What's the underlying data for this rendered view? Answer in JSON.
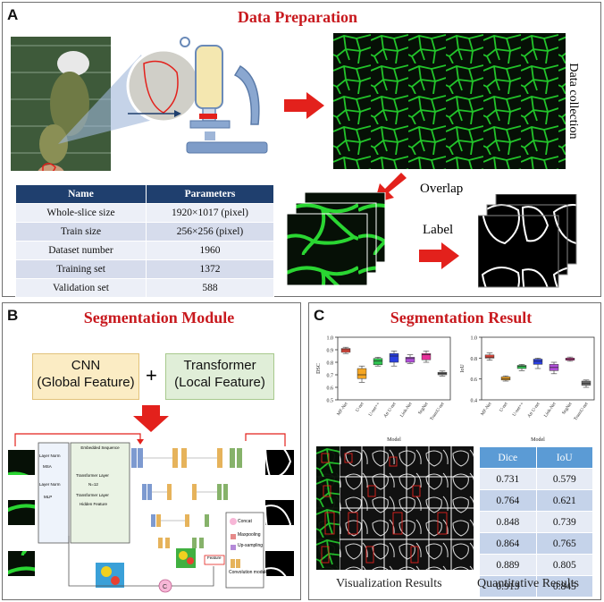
{
  "panel_a": {
    "letter": "A",
    "title": "Data Preparation",
    "labels": {
      "data_collection": "Data collection",
      "overlap": "Overlap",
      "label": "Label"
    },
    "table": {
      "headers": [
        "Name",
        "Parameters"
      ],
      "rows": [
        [
          "Whole-slice size",
          "1920×1017 (pixel)"
        ],
        [
          "Train size",
          "256×256 (pixel)"
        ],
        [
          "Dataset number",
          "1960"
        ],
        [
          "Training set",
          "1372"
        ],
        [
          "Validation set",
          "588"
        ]
      ]
    }
  },
  "panel_b": {
    "letter": "B",
    "title": "Segmentation Module",
    "cnn_box": "CNN\n(Global Feature)",
    "plus": "+",
    "transformer_box": "Transformer\n(Local Feature)",
    "encoder": {
      "header": "Embedded Sequence",
      "layers": [
        "Layer Norm",
        "MSA",
        "Layer Norm",
        "MLP"
      ],
      "transformer_layer_top": "Transformer Layer",
      "n_label": "N=12",
      "transformer_layer_bottom": "Transformer Layer",
      "hidden": "Hidden Feature"
    },
    "legend": [
      "Concat",
      "Maxpooling",
      "Up-sampling",
      "Convolution module"
    ],
    "feature_label": "Feature"
  },
  "panel_c": {
    "letter": "C",
    "title": "Segmentation Result",
    "charts": [
      {
        "ylabel": "DSC",
        "xlabel": "Model",
        "ylim": [
          0.5,
          1.0
        ],
        "ticks": [
          "0.5",
          "0.6",
          "0.7",
          "0.8",
          "0.9",
          "1.0"
        ]
      },
      {
        "ylabel": "IoU",
        "xlabel": "Model",
        "ylim": [
          0.4,
          1.0
        ],
        "ticks": [
          "0.4",
          "0.6",
          "0.8",
          "1.0"
        ]
      }
    ],
    "models": [
      "MF-Net",
      "U-net",
      "U-net++",
      "Att U-net",
      "Link-Net",
      "SegNet",
      "TransU-net"
    ],
    "model_colors": [
      "#e8473b",
      "#f5a623",
      "#2ec24f",
      "#2a3fe0",
      "#b04ed8",
      "#e8309a",
      "#707070"
    ],
    "chart_data": [
      {
        "type": "box",
        "ylabel": "DSC",
        "xlabel": "Model",
        "ylim": [
          0.5,
          1.0
        ],
        "categories": [
          "MF-Net",
          "U-net",
          "U-net++",
          "Att U-net",
          "Link-Net",
          "SegNet",
          "TransU-net"
        ],
        "boxes": [
          {
            "min": 0.87,
            "q1": 0.88,
            "median": 0.9,
            "q3": 0.91,
            "max": 0.92
          },
          {
            "min": 0.64,
            "q1": 0.67,
            "median": 0.7,
            "q3": 0.75,
            "max": 0.77
          },
          {
            "min": 0.77,
            "q1": 0.78,
            "median": 0.81,
            "q3": 0.83,
            "max": 0.84
          },
          {
            "min": 0.77,
            "q1": 0.8,
            "median": 0.85,
            "q3": 0.87,
            "max": 0.89
          },
          {
            "min": 0.79,
            "q1": 0.8,
            "median": 0.83,
            "q3": 0.84,
            "max": 0.86
          },
          {
            "min": 0.8,
            "q1": 0.82,
            "median": 0.86,
            "q3": 0.87,
            "max": 0.89
          },
          {
            "min": 0.69,
            "q1": 0.7,
            "median": 0.71,
            "q3": 0.72,
            "max": 0.73
          }
        ]
      },
      {
        "type": "box",
        "ylabel": "IoU",
        "xlabel": "Model",
        "ylim": [
          0.4,
          1.0
        ],
        "categories": [
          "MF-Net",
          "U-net",
          "U-net++",
          "Att U-net",
          "Link-Net",
          "SegNet",
          "TransU-net"
        ],
        "boxes": [
          {
            "min": 0.78,
            "q1": 0.8,
            "median": 0.81,
            "q3": 0.83,
            "max": 0.85
          },
          {
            "min": 0.58,
            "q1": 0.59,
            "median": 0.6,
            "q3": 0.62,
            "max": 0.63
          },
          {
            "min": 0.68,
            "q1": 0.7,
            "median": 0.72,
            "q3": 0.73,
            "max": 0.74
          },
          {
            "min": 0.7,
            "q1": 0.74,
            "median": 0.77,
            "q3": 0.79,
            "max": 0.8
          },
          {
            "min": 0.65,
            "q1": 0.68,
            "median": 0.71,
            "q3": 0.74,
            "max": 0.76
          },
          {
            "min": 0.77,
            "q1": 0.78,
            "median": 0.79,
            "q3": 0.8,
            "max": 0.81
          },
          {
            "min": 0.52,
            "q1": 0.54,
            "median": 0.56,
            "q3": 0.58,
            "max": 0.59
          }
        ]
      }
    ],
    "quant_table": {
      "headers": [
        "Dice",
        "IoU"
      ],
      "rows": [
        [
          "0.731",
          "0.579"
        ],
        [
          "0.764",
          "0.621"
        ],
        [
          "0.848",
          "0.739"
        ],
        [
          "0.864",
          "0.765"
        ],
        [
          "0.889",
          "0.805"
        ],
        [
          "0.913",
          "0.845"
        ]
      ]
    },
    "captions": {
      "visualization": "Visualization Results",
      "quantitative": "Quantitative Results"
    }
  },
  "colors": {
    "title_red": "#c8191e",
    "arrow_red": "#e3211c",
    "table_header": "#1f3f6e",
    "quant_header": "#5b9bd5",
    "fiber_green": "#22c42a"
  }
}
